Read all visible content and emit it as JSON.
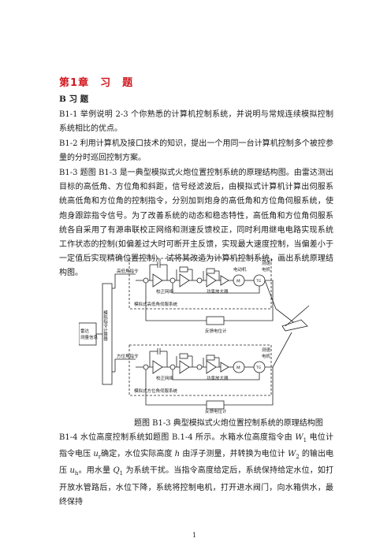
{
  "chapter_title": {
    "prefix": "第",
    "num": "1",
    "mid": "章",
    "word1": "习",
    "word2": "题"
  },
  "section_title": "B 习 题",
  "problems": [
    {
      "id": "B1-1",
      "text": " 举例说明 2-3 个你熟悉的计算机控制系统，并说明与常规连续模拟控制系统相比的优点。"
    },
    {
      "id": "B1-2",
      "text": " 利用计算机及接口技术的知识，提出一个用同一台计算机控制多个被控参量的分时巡回控制方案。"
    },
    {
      "id": "B1-3",
      "text": " 题图 B1-3 是一典型模拟式火炮位置控制系统的原理结构图。由雷达测出目标的高低角、方位角和斜距，信号经滤波后，由模拟式计算机计算出伺服系统高低角和方位角的控制指令，分别加到炮身的高低角和方位角伺服系统，使炮身跟踪指令信号。为了改善系统的动态和稳态特性，高低角和方位角伺服系统各自采用了有源串联校正网络和测速反馈校正，同时利用继电电路实现系统工作状态的控制(如偏差过大时可断开主反馈，实现最大速度控制，当偏差小于一定值后实现精确位置控制)。试将其改造为计算机控制系统，画出系统原理结构图。"
    }
  ],
  "b14": {
    "id": "B1-4",
    "p1": " 水位高度控制系统如题图 B.1-4 所示。水箱水位高度指令由 ",
    "w1": "W",
    "w1sub": "1",
    "p2": " 电位计指令电压 ",
    "u": "u",
    "usub": "r",
    "p3": "确定，水位实际高度 ",
    "h": "h",
    "p4": " 由浮子测量，并转换为电位计 ",
    "w2": "W",
    "w2sub": "2",
    "p5": " 的输出电压 ",
    "uh": "u",
    "uhsub": "h",
    "p6": "。用水量 ",
    "q": "Q",
    "qsub": "1",
    "p7": " 为系统干扰。当指令高度给定后，系统保持给定水位，如打开放水管路后，水位下降，系统将控制电机，打开进水阀门，向水箱供水，最终保持"
  },
  "figure": {
    "caption": "题图 B1-3 典型模拟式火炮位置控制系统的原理结构图",
    "radar_line1": "雷达",
    "radar_line2": "测量信息",
    "computer_label": "模拟指令计算器",
    "elev_cmd": "高低角指令",
    "azim_cmd": "方位角指令",
    "corr_net": "校正网络",
    "power_amp": "功率放大器",
    "motor": "电动机",
    "tacho1": "测速",
    "tacho2": "电机",
    "motor_sym": "M",
    "tacho_sym": "TG",
    "elev_servo": "模拟式高低角伺服系统",
    "azim_servo": "模拟式方位角伺服系统",
    "feedback_pot": "反馈电位计"
  },
  "page_number": "1"
}
